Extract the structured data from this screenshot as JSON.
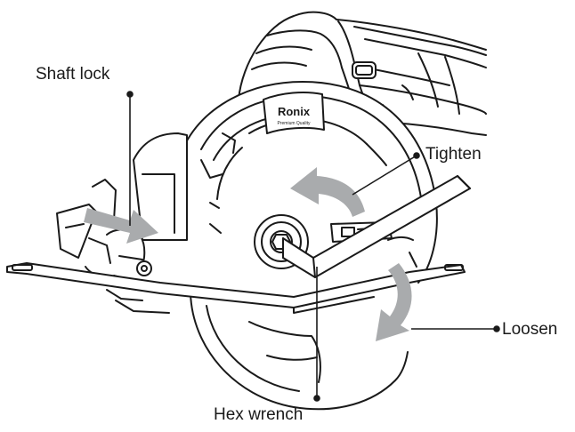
{
  "brand": {
    "logo_text": "Ronix",
    "tagline": "Premium Quality"
  },
  "labels": {
    "shaft_lock": "Shaft lock",
    "tighten": "Tighten",
    "loosen": "Loosen",
    "hex_wrench": "Hex wrench"
  },
  "colors": {
    "line": "#1a1a1a",
    "arrow_fill": "#a9abad",
    "background": "#ffffff"
  }
}
